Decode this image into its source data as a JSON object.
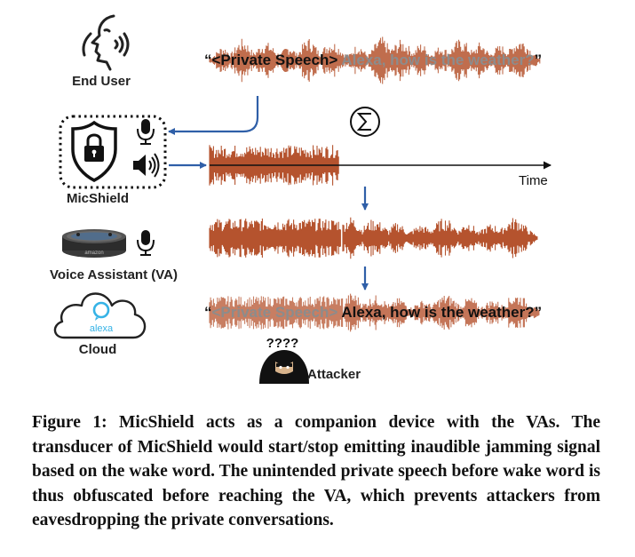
{
  "labels": {
    "end_user": "End User",
    "micshield": "MicShield",
    "voice_assistant": "Voice Assistant (VA)",
    "cloud": "Cloud",
    "attacker": "Attacker",
    "time": "Time",
    "alexa_logo": "alexa",
    "device_brand": "amazon",
    "question_marks": "????"
  },
  "quotes": {
    "top": {
      "open": "“",
      "private_speech": "<Private Speech>",
      "command": " Alexa, how is the weather?",
      "close": "”"
    },
    "bottom": {
      "open": "“",
      "private_speech": "<Private Speech>",
      "command": " Alexa, how is the weather?",
      "close": "”"
    }
  },
  "icons": {
    "speaking_person": "speaking-person-icon",
    "lock": "lock-icon",
    "microphone": "microphone-icon",
    "speaker": "speaker-icon",
    "sum": "summation-icon",
    "echo_dot": "echo-dot-device-icon",
    "cloud": "cloud-icon",
    "alexa": "alexa-logo-icon",
    "attacker": "hooded-attacker-icon"
  },
  "colors": {
    "waveform": "#b5532e",
    "arrow": "#2f5fa8",
    "faded_text": "#8c8c8c"
  },
  "caption": {
    "lead": "Figure 1: MicShield acts as a companion device with the VAs. ",
    "body": "The transducer of MicShield would start/stop emitting inaudible jamming signal based on the wake word. The unintended private speech before wake word is thus obfuscated before reaching the VA, which prevents attackers from eavesdropping the private conversations."
  }
}
